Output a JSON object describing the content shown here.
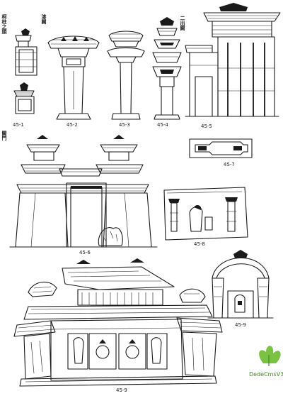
{
  "group_captions": {
    "g1": "柯柱之頭",
    "g2": "漆闕",
    "g3": "二出闕",
    "g4": "闕門"
  },
  "figure_labels": {
    "f1": "45-1",
    "f2": "45-2",
    "f3": "45-3",
    "f4": "45-4",
    "f5": "45-5",
    "f6": "45-6",
    "f7": "45-7",
    "f8": "45-8",
    "f9": "45-9"
  },
  "watermark": "DedeCmsV3",
  "colors": {
    "ink": "#1a1a1a",
    "paper": "#ffffff",
    "watermark_green": "#3f8f1f"
  }
}
